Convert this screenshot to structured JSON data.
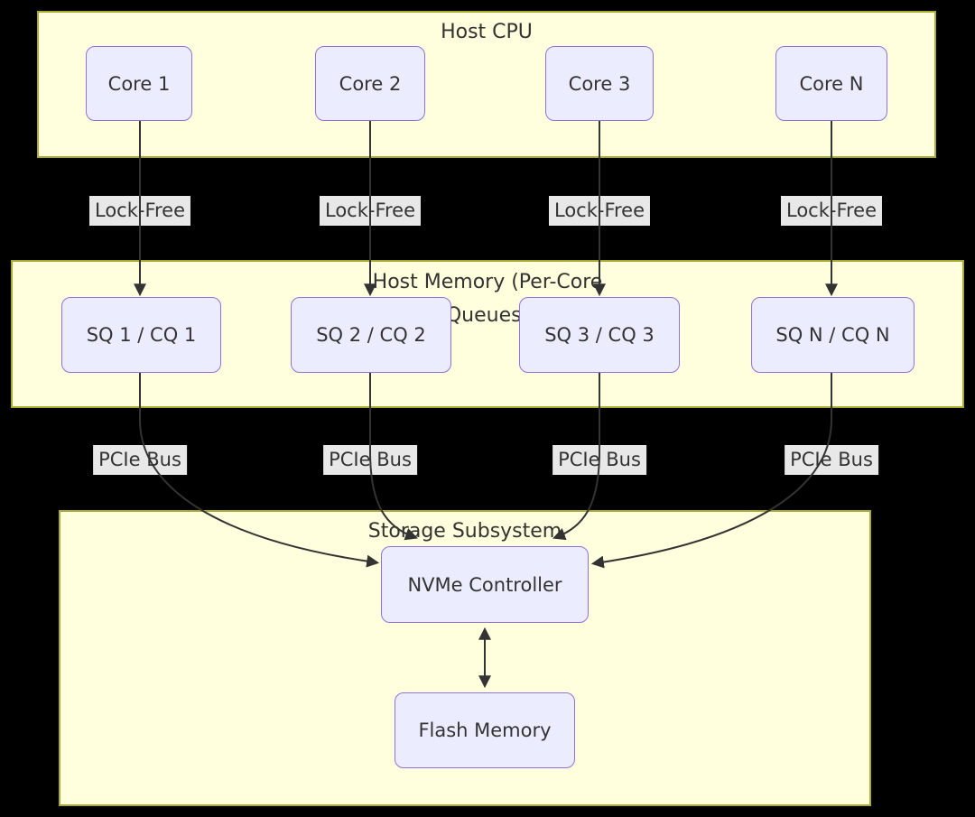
{
  "diagram_type": "flowchart",
  "clusters": {
    "host_cpu": {
      "title": "Host CPU"
    },
    "host_memory": {
      "title": "Host Memory (Per-Core Queues)",
      "title_line1": "Host Memory (Per-Core",
      "title_line2": "Queues)"
    },
    "storage": {
      "title": "Storage Subsystem"
    }
  },
  "nodes": {
    "core1": {
      "label": "Core 1"
    },
    "core2": {
      "label": "Core 2"
    },
    "core3": {
      "label": "Core 3"
    },
    "coreN": {
      "label": "Core N"
    },
    "sq1": {
      "label": "SQ 1 / CQ 1"
    },
    "sq2": {
      "label": "SQ 2 / CQ 2"
    },
    "sq3": {
      "label": "SQ 3 / CQ 3"
    },
    "sqN": {
      "label": "SQ N / CQ N"
    },
    "nvme": {
      "label": "NVMe Controller"
    },
    "flash": {
      "label": "Flash Memory"
    }
  },
  "edge_labels": {
    "lock_free": [
      "Lock-Free",
      "Lock-Free",
      "Lock-Free",
      "Lock-Free"
    ],
    "pcie": [
      "PCIe Bus",
      "PCIe Bus",
      "PCIe Bus",
      "PCIe Bus"
    ]
  },
  "colors": {
    "canvas_bg": "#000000",
    "cluster_fill": "#ffffde",
    "cluster_border": "#aaaa33",
    "node_fill": "#ECECFF",
    "node_border": "#9370DB",
    "edge_stroke": "#333333",
    "edge_label_bg": "#e8e8e8",
    "text": "#333333"
  }
}
